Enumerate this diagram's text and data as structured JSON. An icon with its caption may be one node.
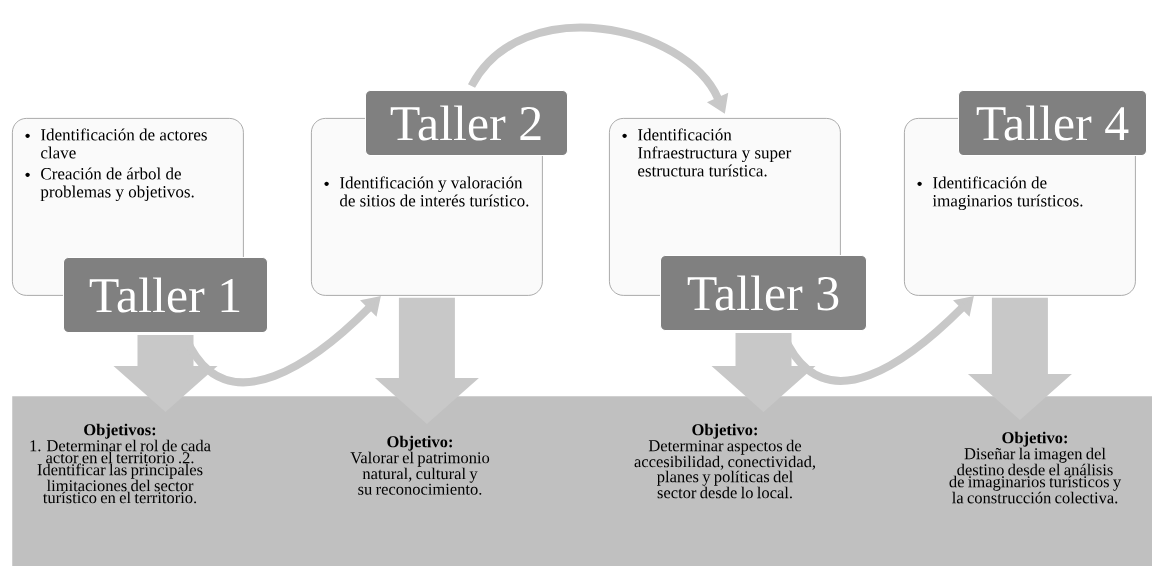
{
  "diagram": {
    "nodes": [
      {
        "text": [],
        "shape": "bar"
      },
      {
        "text": [
          "Identificación de actores clave",
          "Creación de árbol de problemas y objetivos."
        ]
      },
      {
        "text": [
          "Taller 1"
        ]
      },
      {
        "text": [
          "Objetivos:",
          "1. Determinar el rol de cada actor en el territorio .2. Identificar las principales limitaciones del sector turístico en el territorio."
        ],
        "in": 0
      },
      {
        "text": [
          "Identificación y valoración de sitios de interés turístico."
        ]
      },
      {
        "text": [
          "Taller 2"
        ]
      },
      {
        "text": [
          "Objetivo:",
          "Valorar el patrimonio natural, cultural y su reconocimiento."
        ],
        "in": 0
      },
      {
        "text": [
          "Identificación Infraestructura y super estructura turística."
        ]
      },
      {
        "text": [
          "Taller 3"
        ]
      },
      {
        "text": [
          "Objetivo:",
          "Determinar aspectos de accesibilidad, conectividad, planes y políticas del sector desde lo local."
        ],
        "in": 0
      },
      {
        "text": [
          "Identificación de imaginarios turísticos."
        ]
      },
      {
        "text": [
          "Taller 4"
        ]
      },
      {
        "text": [
          "Objetivo:",
          "Diseñar la imagen del destino desde el análisis de imaginarios turísticos y la construcción colectiva."
        ],
        "in": 0
      }
    ],
    "edges": [
      {
        "from": 2,
        "to": 3,
        "arrow": "to",
        "style": "thick"
      },
      {
        "from": 4,
        "to": 6,
        "arrow": "to",
        "style": "thick"
      },
      {
        "from": 8,
        "to": 9,
        "arrow": "to",
        "style": "thick"
      },
      {
        "from": 10,
        "to": 12,
        "arrow": "to",
        "style": "thick"
      },
      {
        "from": 2,
        "to": 4,
        "arrow": "to"
      },
      {
        "from": 5,
        "to": 7,
        "arrow": "to"
      },
      {
        "from": 8,
        "to": 10,
        "arrow": "to"
      }
    ]
  }
}
